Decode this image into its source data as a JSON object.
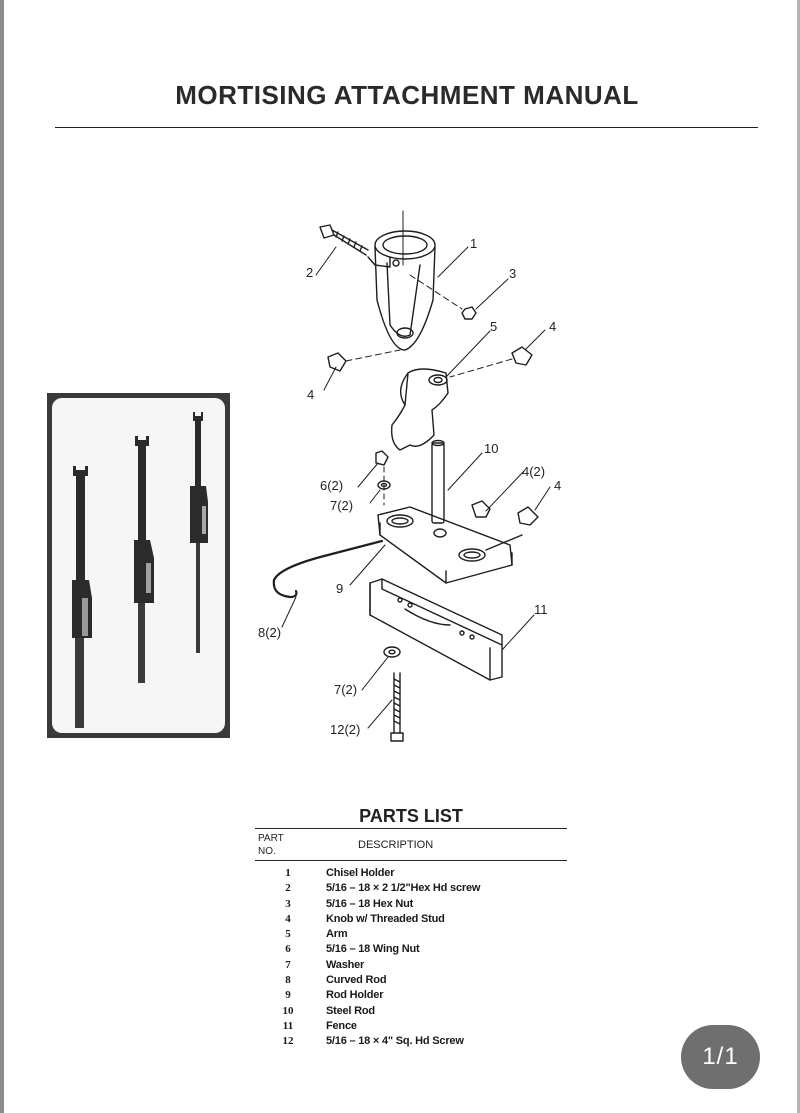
{
  "document": {
    "title": "MORTISING ATTACHMENT MANUAL",
    "page_badge": "1/1"
  },
  "diagram": {
    "callouts": [
      {
        "id": "c1",
        "text": "1"
      },
      {
        "id": "c2",
        "text": "2"
      },
      {
        "id": "c3",
        "text": "3"
      },
      {
        "id": "c4a",
        "text": "4"
      },
      {
        "id": "c5",
        "text": "5"
      },
      {
        "id": "c4b",
        "text": "4"
      },
      {
        "id": "c10",
        "text": "10"
      },
      {
        "id": "c6",
        "text": "6(2)"
      },
      {
        "id": "c7a",
        "text": "7(2)"
      },
      {
        "id": "c4c",
        "text": "4(2)"
      },
      {
        "id": "c4d",
        "text": "4"
      },
      {
        "id": "c9",
        "text": "9"
      },
      {
        "id": "c8",
        "text": "8(2)"
      },
      {
        "id": "c11",
        "text": "11"
      },
      {
        "id": "c7b",
        "text": "7(2)"
      },
      {
        "id": "c12",
        "text": "12(2)"
      }
    ]
  },
  "parts_list": {
    "title": "PARTS LIST",
    "col_part_line1": "PART",
    "col_part_line2": "NO.",
    "col_description": "DESCRIPTION",
    "rows": [
      {
        "no": "1",
        "description": "Chisel Holder"
      },
      {
        "no": "2",
        "description": "5/16 – 18 × 2 1/2\"Hex Hd screw"
      },
      {
        "no": "3",
        "description": "5/16 – 18 Hex Nut"
      },
      {
        "no": "4",
        "description": "Knob w/ Threaded Stud"
      },
      {
        "no": "5",
        "description": "Arm"
      },
      {
        "no": "6",
        "description": "5/16 – 18 Wing Nut"
      },
      {
        "no": "7",
        "description": "Washer"
      },
      {
        "no": "8",
        "description": "Curved Rod"
      },
      {
        "no": "9",
        "description": "Rod Holder"
      },
      {
        "no": "10",
        "description": "Steel Rod"
      },
      {
        "no": "11",
        "description": "Fence"
      },
      {
        "no": "12",
        "description": "5/16 – 18 × 4\" Sq. Hd Screw"
      }
    ]
  }
}
